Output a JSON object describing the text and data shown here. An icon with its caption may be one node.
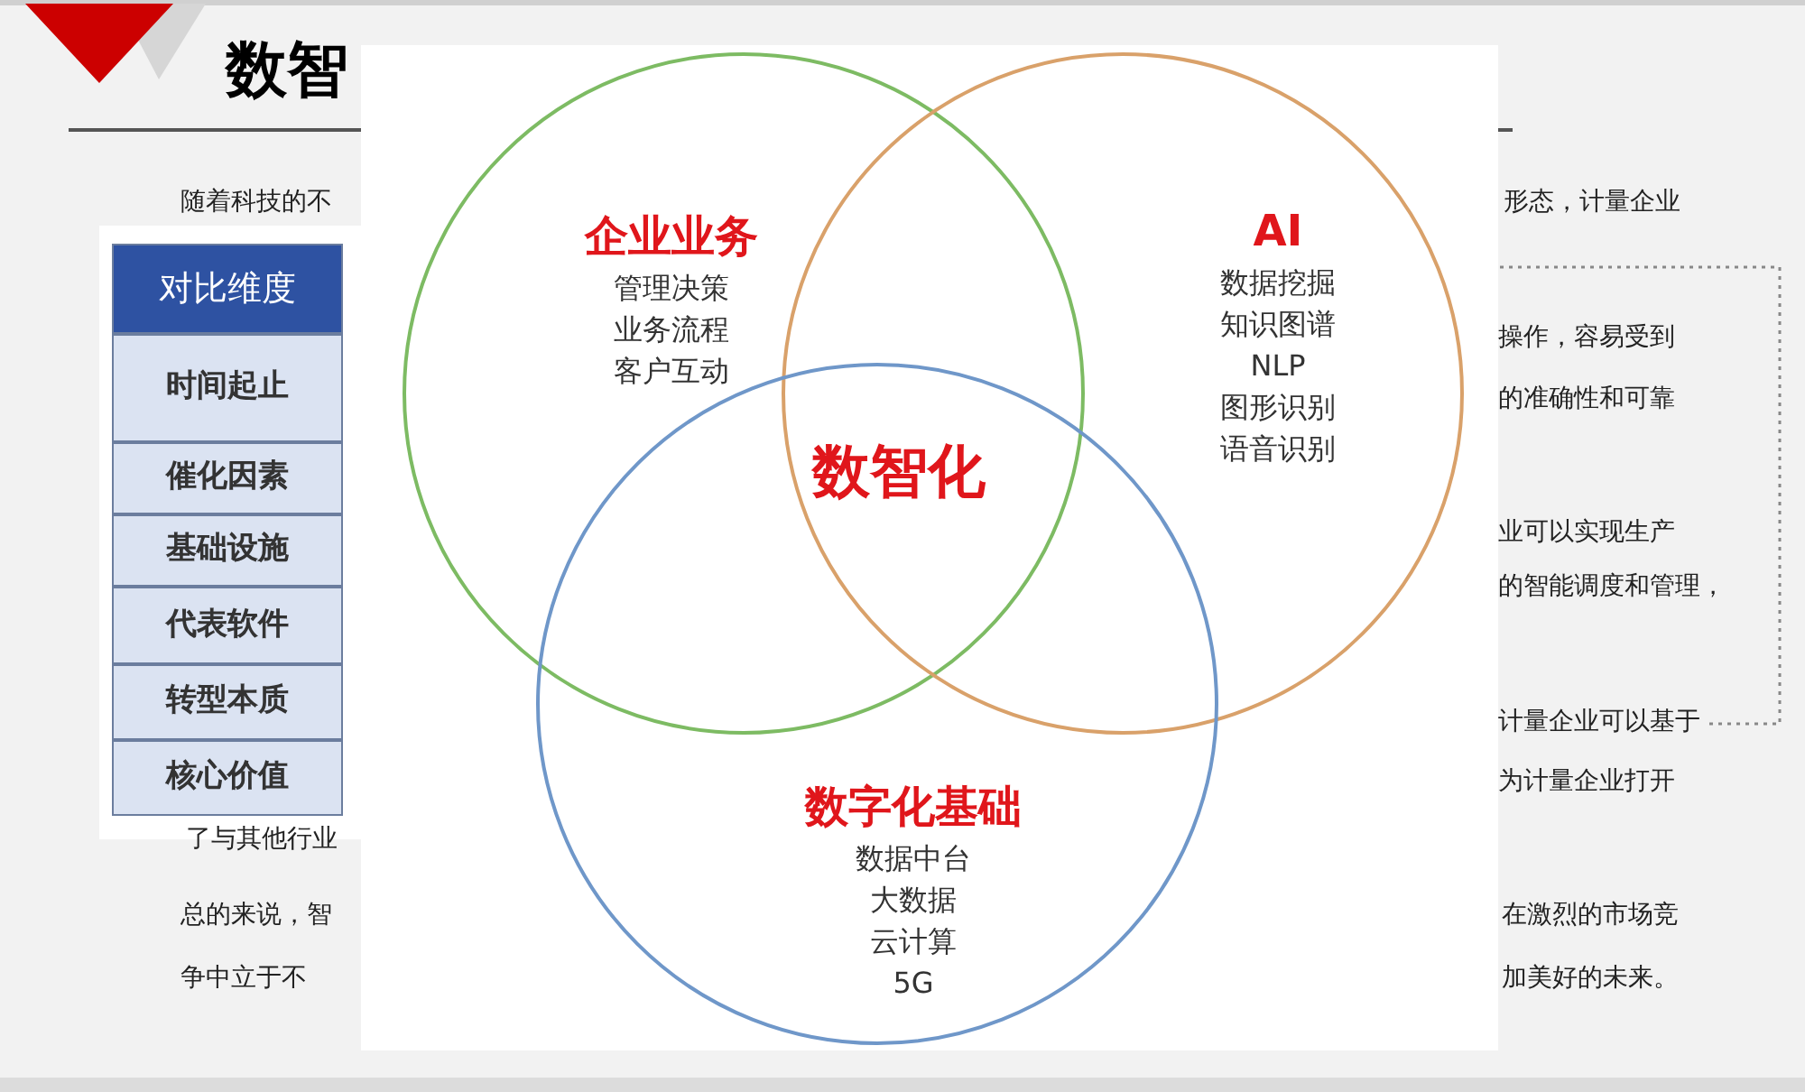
{
  "diagram": {
    "nodes": [
      {
        "text": [
          "企业业务",
          "管理决策",
          "业务流程",
          "客户互动"
        ]
      },
      {
        "text": [
          "AI",
          "数据挖掘",
          "知识图谱",
          "NLP",
          "图形识别",
          "语音识别"
        ]
      },
      {
        "text": [
          "数字化基础",
          "数据中台",
          "大数据",
          "云计算",
          "5G"
        ]
      }
    ],
    "edges": [],
    "labels": [
      "数智",
      "随着科技的不",
      "形态，计量企业",
      "对比维度",
      "时间起止",
      "催化因素",
      "基础设施",
      "代表软件",
      "转型本质",
      "核心价值",
      "数智化",
      "操作，容易受到",
      "的准确性和可靠",
      "业可以实现生产",
      "的智能调度和管理，",
      "计量企业可以基于",
      "为计量企业打开",
      "了与其他行业",
      "总的来说，智",
      "在激烈的市场竞",
      "争中立于不",
      "加美好的未来。"
    ]
  }
}
